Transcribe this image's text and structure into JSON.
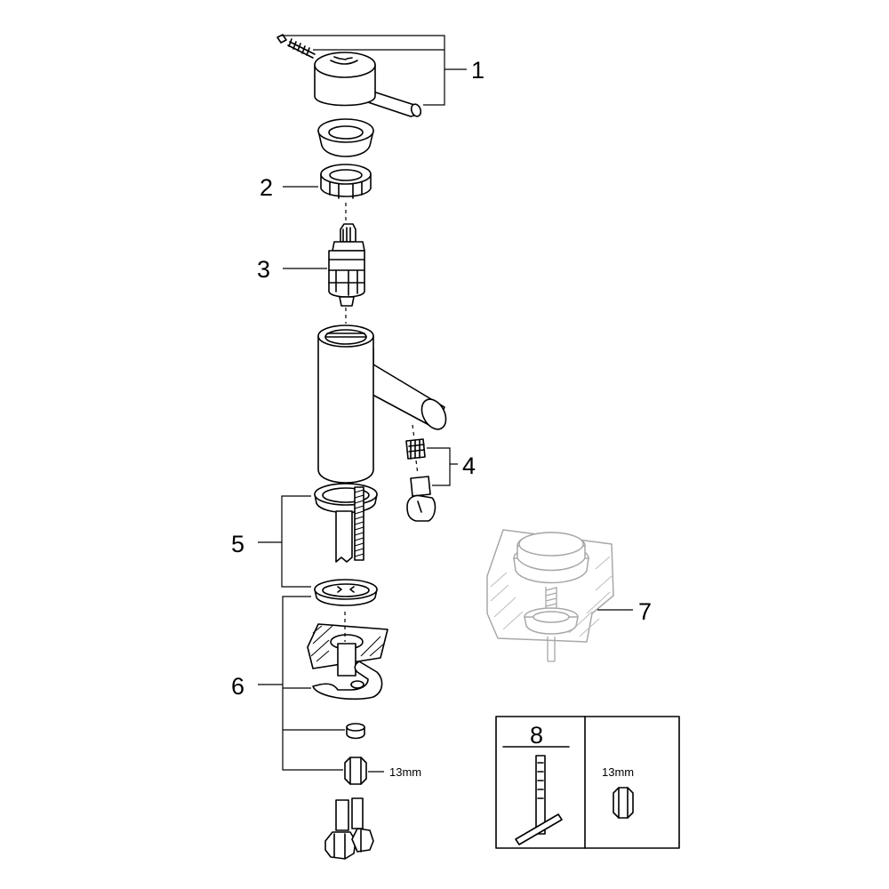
{
  "callouts": {
    "c1": "1",
    "c2": "2",
    "c3": "3",
    "c4": "4",
    "c5": "5",
    "c6": "6",
    "c7": "7",
    "c8": "8"
  },
  "wrench_size": "13mm",
  "toolbox": {
    "tool_label": "8",
    "nut_size": "13mm"
  }
}
